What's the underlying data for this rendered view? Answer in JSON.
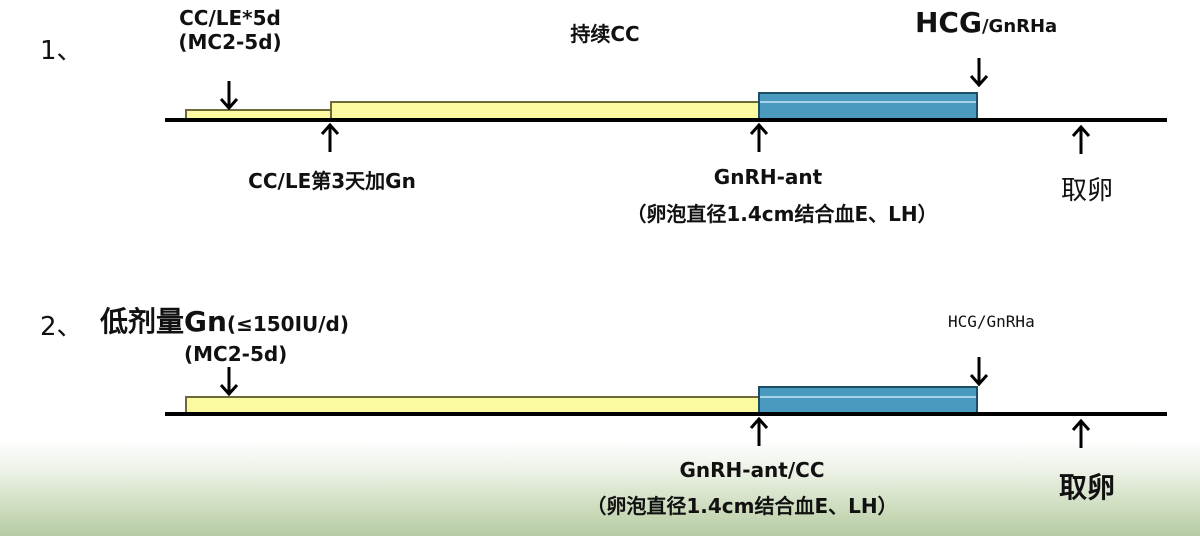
{
  "protocol1": {
    "index": "1、",
    "start_label_line1": "CC/LE*5d",
    "start_label_line2": "(MC2-5d)",
    "continue_label": "持续CC",
    "trigger_label_big": "HCG",
    "trigger_label_small": "/GnRHa",
    "gn_label": "CC/LE第3天加Gn",
    "ant_label": "GnRH-ant",
    "ant_condition": "（卵泡直径1.4cm结合血E、LH）",
    "retrieval_label": "取卵"
  },
  "protocol2": {
    "index": "2、",
    "title_big": "低剂量Gn",
    "title_small": "(≤150IU/d)",
    "start_label": "(MC2-5d)",
    "trigger_label": "HCG/GnRHa",
    "ant_label": "GnRH-ant/CC",
    "ant_condition": "（卵泡直径1.4cm结合血E、LH）",
    "retrieval_label": "取卵"
  },
  "colors": {
    "yellow_bar": "#fbfaa0",
    "blue_bar": "#4a9ac0",
    "timeline": "#000000"
  },
  "icons": {
    "down_arrow": "arrow-down-icon",
    "up_arrow": "arrow-up-icon"
  }
}
